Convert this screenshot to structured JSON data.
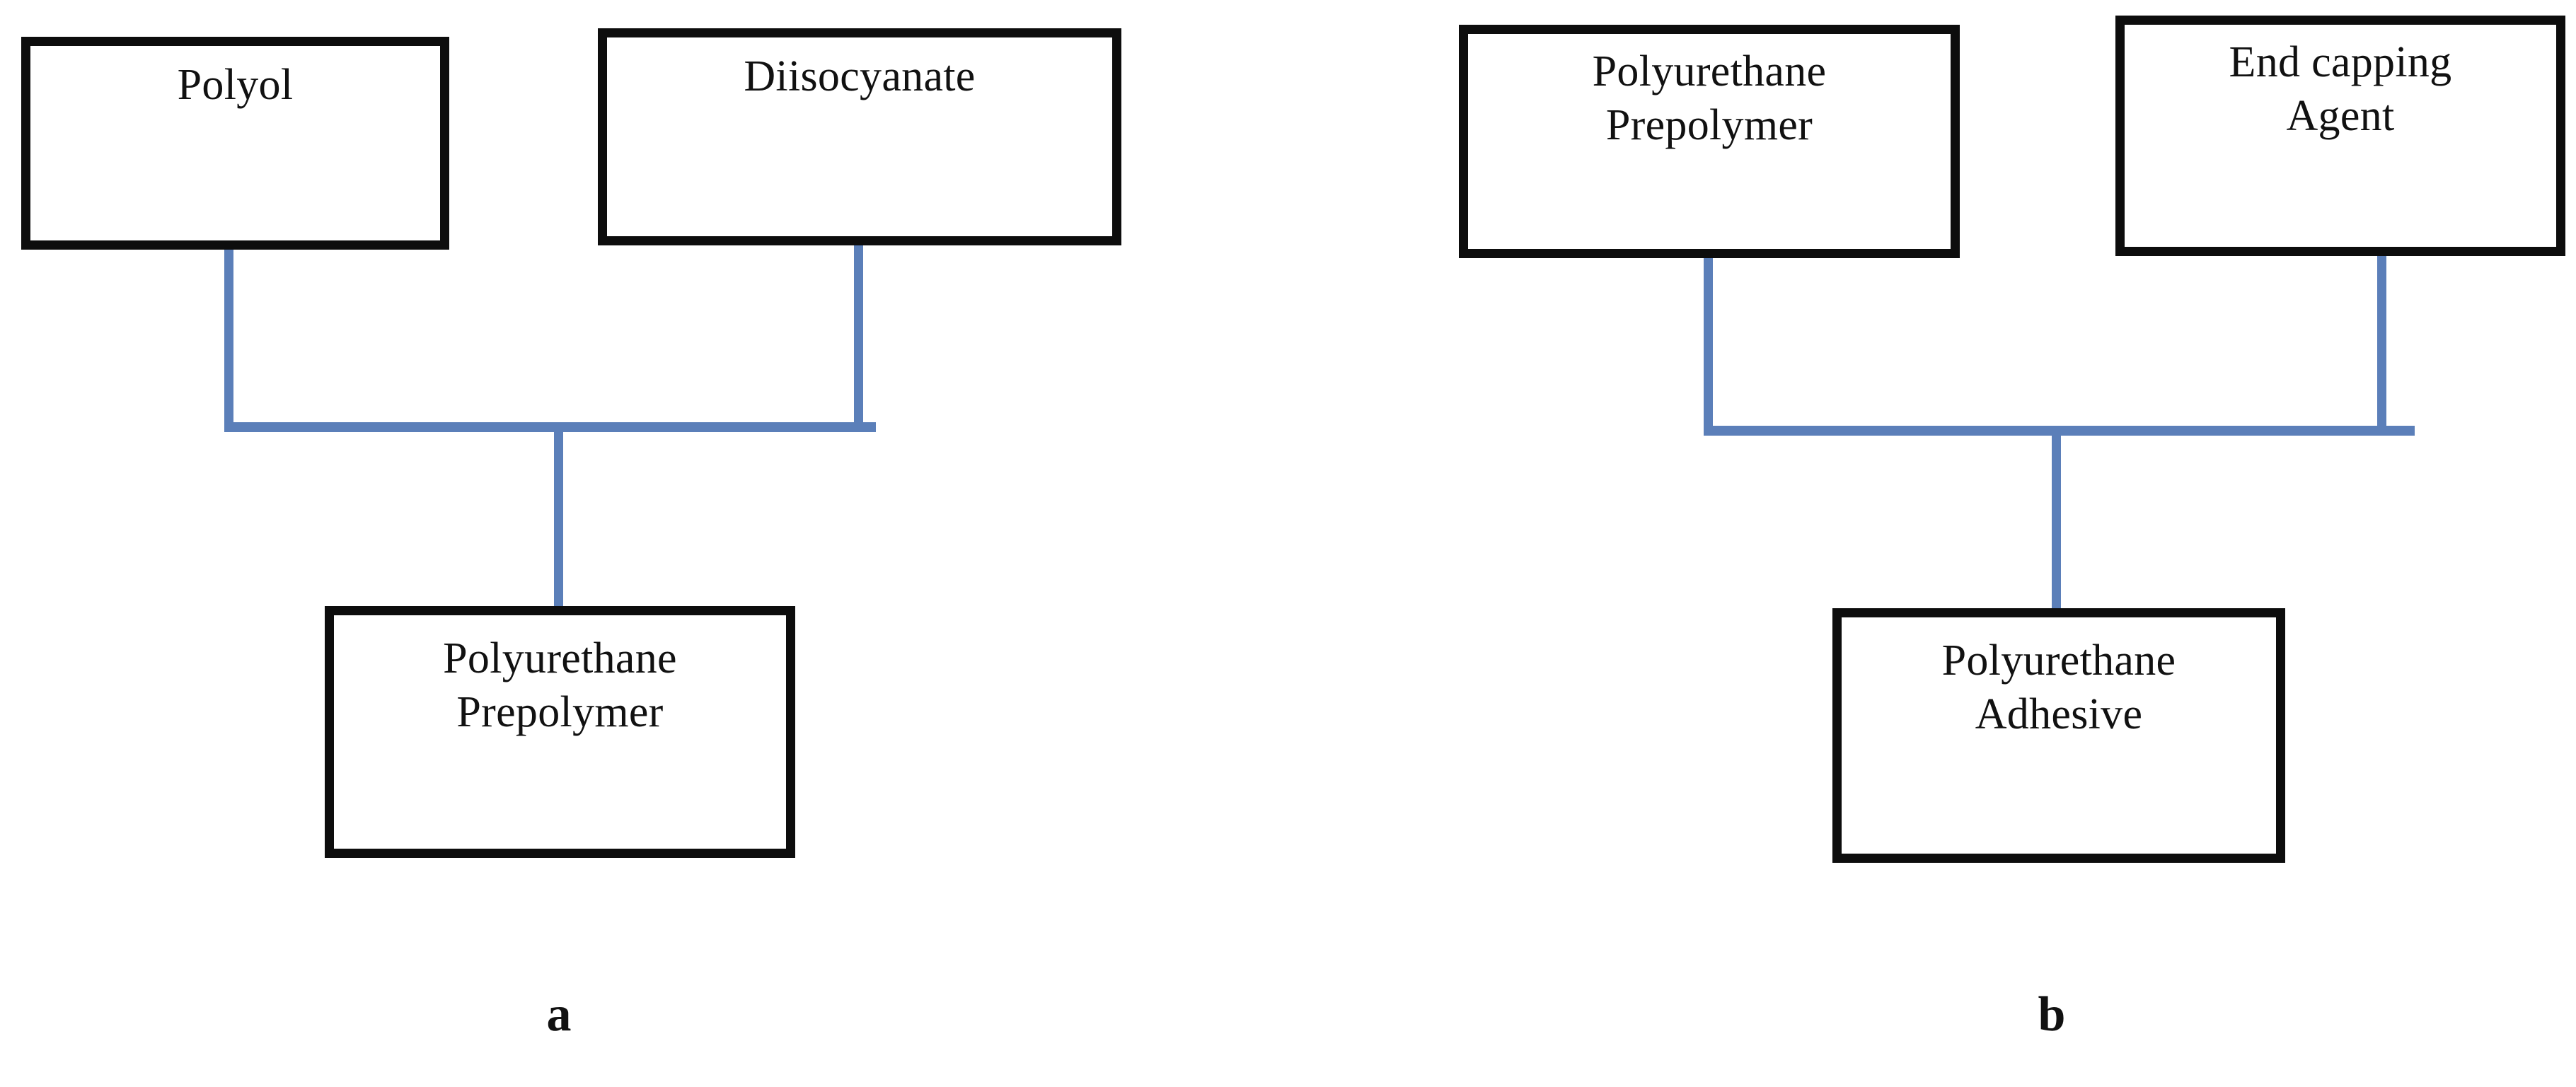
{
  "diagram": {
    "title_present": false,
    "background_color": "#ffffff",
    "box_border_color": "#0d0d0d",
    "connector_color": "#5b7fb9",
    "text_color": "#111111",
    "panels": [
      {
        "id": "a",
        "caption": "a",
        "nodes": {
          "input_left": "Polyol",
          "input_right": "Diisocyanate",
          "output": "Polyurethane\nPrepolymer"
        }
      },
      {
        "id": "b",
        "caption": "b",
        "nodes": {
          "input_left": "Polyurethane\nPrepolymer",
          "input_right": "End capping\nAgent",
          "output": "Polyurethane\nAdhesive"
        }
      }
    ]
  }
}
